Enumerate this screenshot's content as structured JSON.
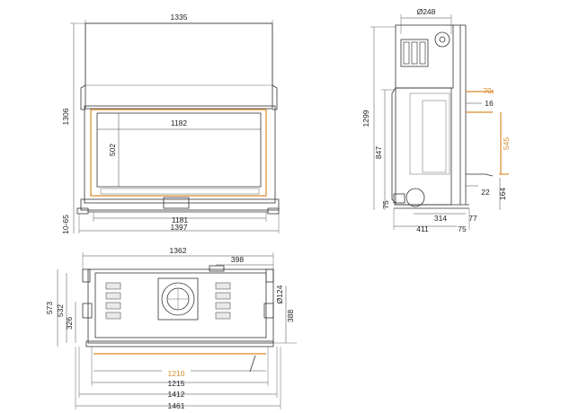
{
  "colors": {
    "line": "#333333",
    "accent_orange": "#d98a2b",
    "background": "#ffffff"
  },
  "front_view": {
    "overall_width": "1335",
    "overall_height": "1306",
    "glass_width": "1182",
    "glass_height": "502",
    "frame_width": "1181",
    "base_width": "1397",
    "leg_height": "10-65"
  },
  "side_view": {
    "flue_diameter": "Ø248",
    "total_height": "1299",
    "lower_height": "847",
    "offset_top": "70",
    "offset_16": "16",
    "side_opening": "545",
    "offset_22": "22",
    "bottom_164": "164",
    "bottom_75": "75",
    "depth_314": "314",
    "right_77": "77",
    "base_depth": "411",
    "right_75": "75"
  },
  "top_view": {
    "width_1362": "1362",
    "flue_offset": "398",
    "depth_573": "573",
    "depth_532": "532",
    "depth_326": "326",
    "depth_388": "388",
    "flue_diameter": "Ø124",
    "glass_width": "1210",
    "frame_width": "1215",
    "outer_width": "1412",
    "total_width": "1461"
  }
}
